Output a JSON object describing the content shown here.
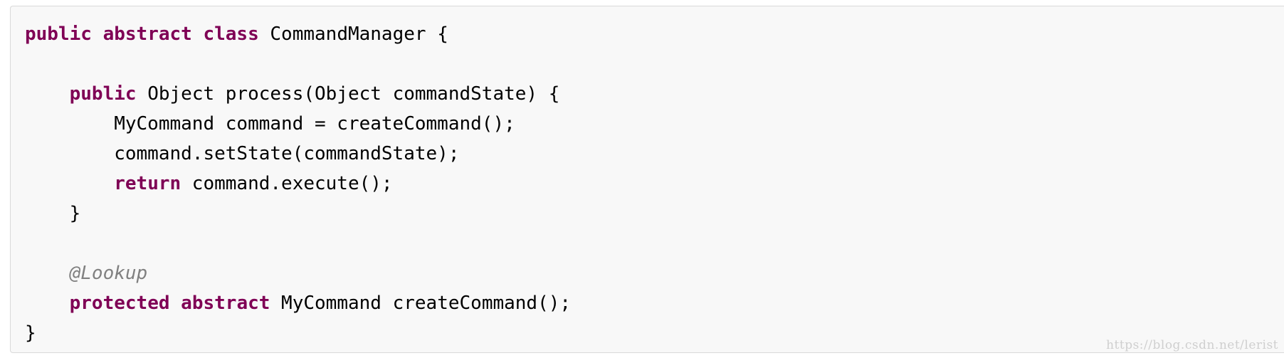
{
  "code_lines": [
    [
      {
        "t": "public",
        "k": "kw"
      },
      {
        "t": " ",
        "k": ""
      },
      {
        "t": "abstract",
        "k": "kw"
      },
      {
        "t": " ",
        "k": ""
      },
      {
        "t": "class",
        "k": "kw"
      },
      {
        "t": " CommandManager {",
        "k": ""
      }
    ],
    [],
    [
      {
        "t": "    ",
        "k": ""
      },
      {
        "t": "public",
        "k": "kw"
      },
      {
        "t": " Object process(Object commandState) {",
        "k": ""
      }
    ],
    [
      {
        "t": "        MyCommand command = createCommand();",
        "k": ""
      }
    ],
    [
      {
        "t": "        command.setState(commandState);",
        "k": ""
      }
    ],
    [
      {
        "t": "        ",
        "k": ""
      },
      {
        "t": "return",
        "k": "kw"
      },
      {
        "t": " command.execute();",
        "k": ""
      }
    ],
    [
      {
        "t": "    }",
        "k": ""
      }
    ],
    [],
    [
      {
        "t": "    ",
        "k": ""
      },
      {
        "t": "@Lookup",
        "k": "anno"
      }
    ],
    [
      {
        "t": "    ",
        "k": ""
      },
      {
        "t": "protected",
        "k": "kw"
      },
      {
        "t": " ",
        "k": ""
      },
      {
        "t": "abstract",
        "k": "kw"
      },
      {
        "t": " MyCommand createCommand();",
        "k": ""
      }
    ],
    [
      {
        "t": "}",
        "k": ""
      }
    ]
  ],
  "colors": {
    "keyword": "#7f0055",
    "annotation": "#808080",
    "text": "#000000",
    "background": "#f8f8f8"
  },
  "watermark": "https://blog.csdn.net/lerist"
}
